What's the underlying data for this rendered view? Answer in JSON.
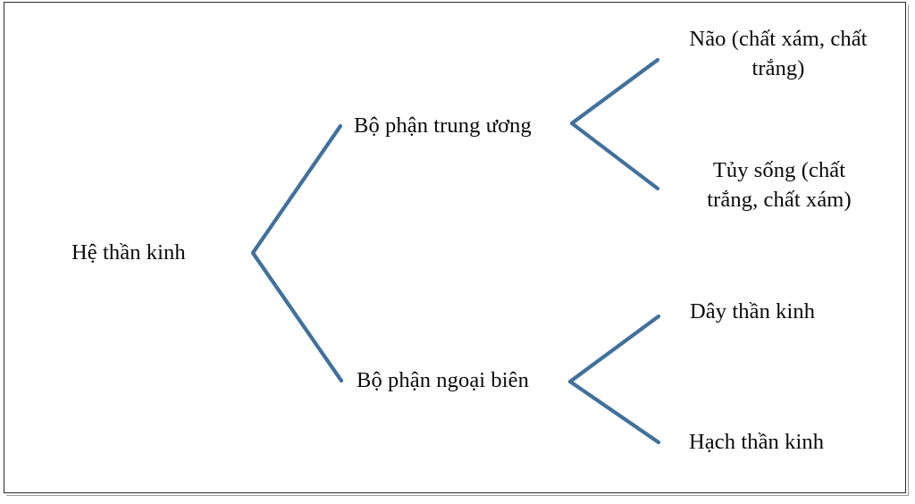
{
  "figure": {
    "kind": "tree-diagram",
    "orientation": "left-to-right",
    "background_color": "#ffffff",
    "border_color": "#2b2b2b",
    "connector_color": "#41719C",
    "text_color": "#0a0a0a"
  },
  "nodes": {
    "root": {
      "label": "Hệ thần kinh",
      "level": 0
    },
    "branch_central": {
      "label": "Bộ phận trung ương",
      "level": 1
    },
    "branch_peripheral": {
      "label": "Bộ phận ngoại biên",
      "level": 1
    },
    "leaf_brain": {
      "label": "Não (chất xám, chất\ntrắng)",
      "level": 2
    },
    "leaf_spinal_cord": {
      "label": "Tủy sống (chất\ntrắng, chất xám)",
      "level": 2
    },
    "leaf_nerve": {
      "label": "Dây thần kinh",
      "level": 2
    },
    "leaf_ganglion": {
      "label": "Hạch thần kinh",
      "level": 2
    }
  },
  "edges": [
    {
      "from": "root",
      "to": "branch_central"
    },
    {
      "from": "root",
      "to": "branch_peripheral"
    },
    {
      "from": "branch_central",
      "to": "leaf_brain"
    },
    {
      "from": "branch_central",
      "to": "leaf_spinal_cord"
    },
    {
      "from": "branch_peripheral",
      "to": "leaf_nerve"
    },
    {
      "from": "branch_peripheral",
      "to": "leaf_ganglion"
    }
  ]
}
